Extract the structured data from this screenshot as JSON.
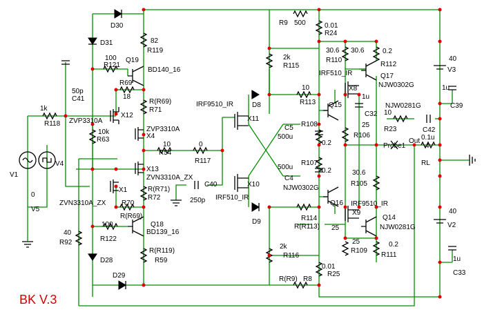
{
  "title": "BK V.3",
  "labels": {
    "D30": "D30",
    "D31": "D31",
    "D28": "D28",
    "D29": "D29",
    "D8": "D8",
    "D9": "D9",
    "R119v": "82",
    "R119": "R119",
    "R121v": "100",
    "R121": "R121",
    "Q19": "Q19",
    "Q19t": "BD140_16",
    "R69": "R69",
    "R69v": "18",
    "R71": "R71",
    "R71v": "R(R69)",
    "C41v": "50p",
    "C41": "C41",
    "R118v": "1k",
    "R118": "R118",
    "X12t": "ZVP3310A",
    "X12": "X12",
    "R63v": "10k",
    "R63": "R63",
    "X4t": "ZVP3310A",
    "X4": "X4",
    "R54": "R54",
    "R54v": "10",
    "R117v": "0",
    "R117": "R117",
    "X13": "X13",
    "X13t": "ZVN3310A_ZX",
    "X1": "X1",
    "X1t": "ZVN3310A_ZX",
    "R72v": "R(R71)",
    "R72": "R72",
    "R70": "R70",
    "R70v": "R(R69)",
    "R122v": "100",
    "R122": "R122",
    "Q18": "Q18",
    "Q18t": "BD139_16",
    "R59v": "R(R119)",
    "R59": "R59",
    "R92v": "40",
    "R92": "R92",
    "V1": "V1",
    "V4": "V4",
    "V5v": "0",
    "V5": "V5",
    "X11t": "IRF9510_IR",
    "X11": "X11",
    "X10": "X10",
    "X10t": "IRF510_IR",
    "C40": "C40",
    "C40v": "250p",
    "R9": "R9",
    "R9v": "500",
    "R24v": "0.01",
    "R24": "R24",
    "R115v": "2k",
    "R115": "R115",
    "R113v": "10",
    "R113": "R113",
    "R110v": "30.6",
    "R110": "R110",
    "R110b": "30.6",
    "R112v": "0.2",
    "R112": "R112",
    "X8t": "IRF510_IR",
    "X8": "X8",
    "Q17": "Q17",
    "Q17t": "NJW0302G",
    "C32v": "1u",
    "C32": "C32",
    "Q15": "Q15",
    "C5": "C5",
    "C5v": "500u",
    "C4v": "500u",
    "C4": "C4",
    "R108": "R108",
    "R108v": "0.2",
    "R107": "R107",
    "R107v": "0.2",
    "R106": "R106",
    "R106v": "25",
    "R105": "R105",
    "R105v": "30.6",
    "R23v": "10",
    "R23": "R23",
    "Q14t2": "NJW0281G",
    "C42": "C42",
    "C42v": "0.1u",
    "Probe1": "Probe1",
    "Out": "Out",
    "RLv": "4",
    "RL": "RL",
    "Q16": "Q16",
    "Q16t": "NJW0302G",
    "X9t": "IRF9510_IR",
    "X9": "X9",
    "Q14": "Q14",
    "Q14t": "NJW0281G",
    "R114": "R114",
    "R114v": "R(R113)",
    "R109v": "25",
    "R109": "R109",
    "R109top": "25",
    "R111v": "0.2",
    "R111": "R111",
    "R116v": "2k",
    "R116": "R116",
    "R25v": "0.01",
    "R25": "R25",
    "R8": "R8",
    "R8v": "R(R9)",
    "V3v": "40",
    "V3": "V3",
    "C39v": "1u",
    "C39": "C39",
    "V2v": "40",
    "V2": "V2",
    "C33v": "1u",
    "C33": "C33"
  }
}
